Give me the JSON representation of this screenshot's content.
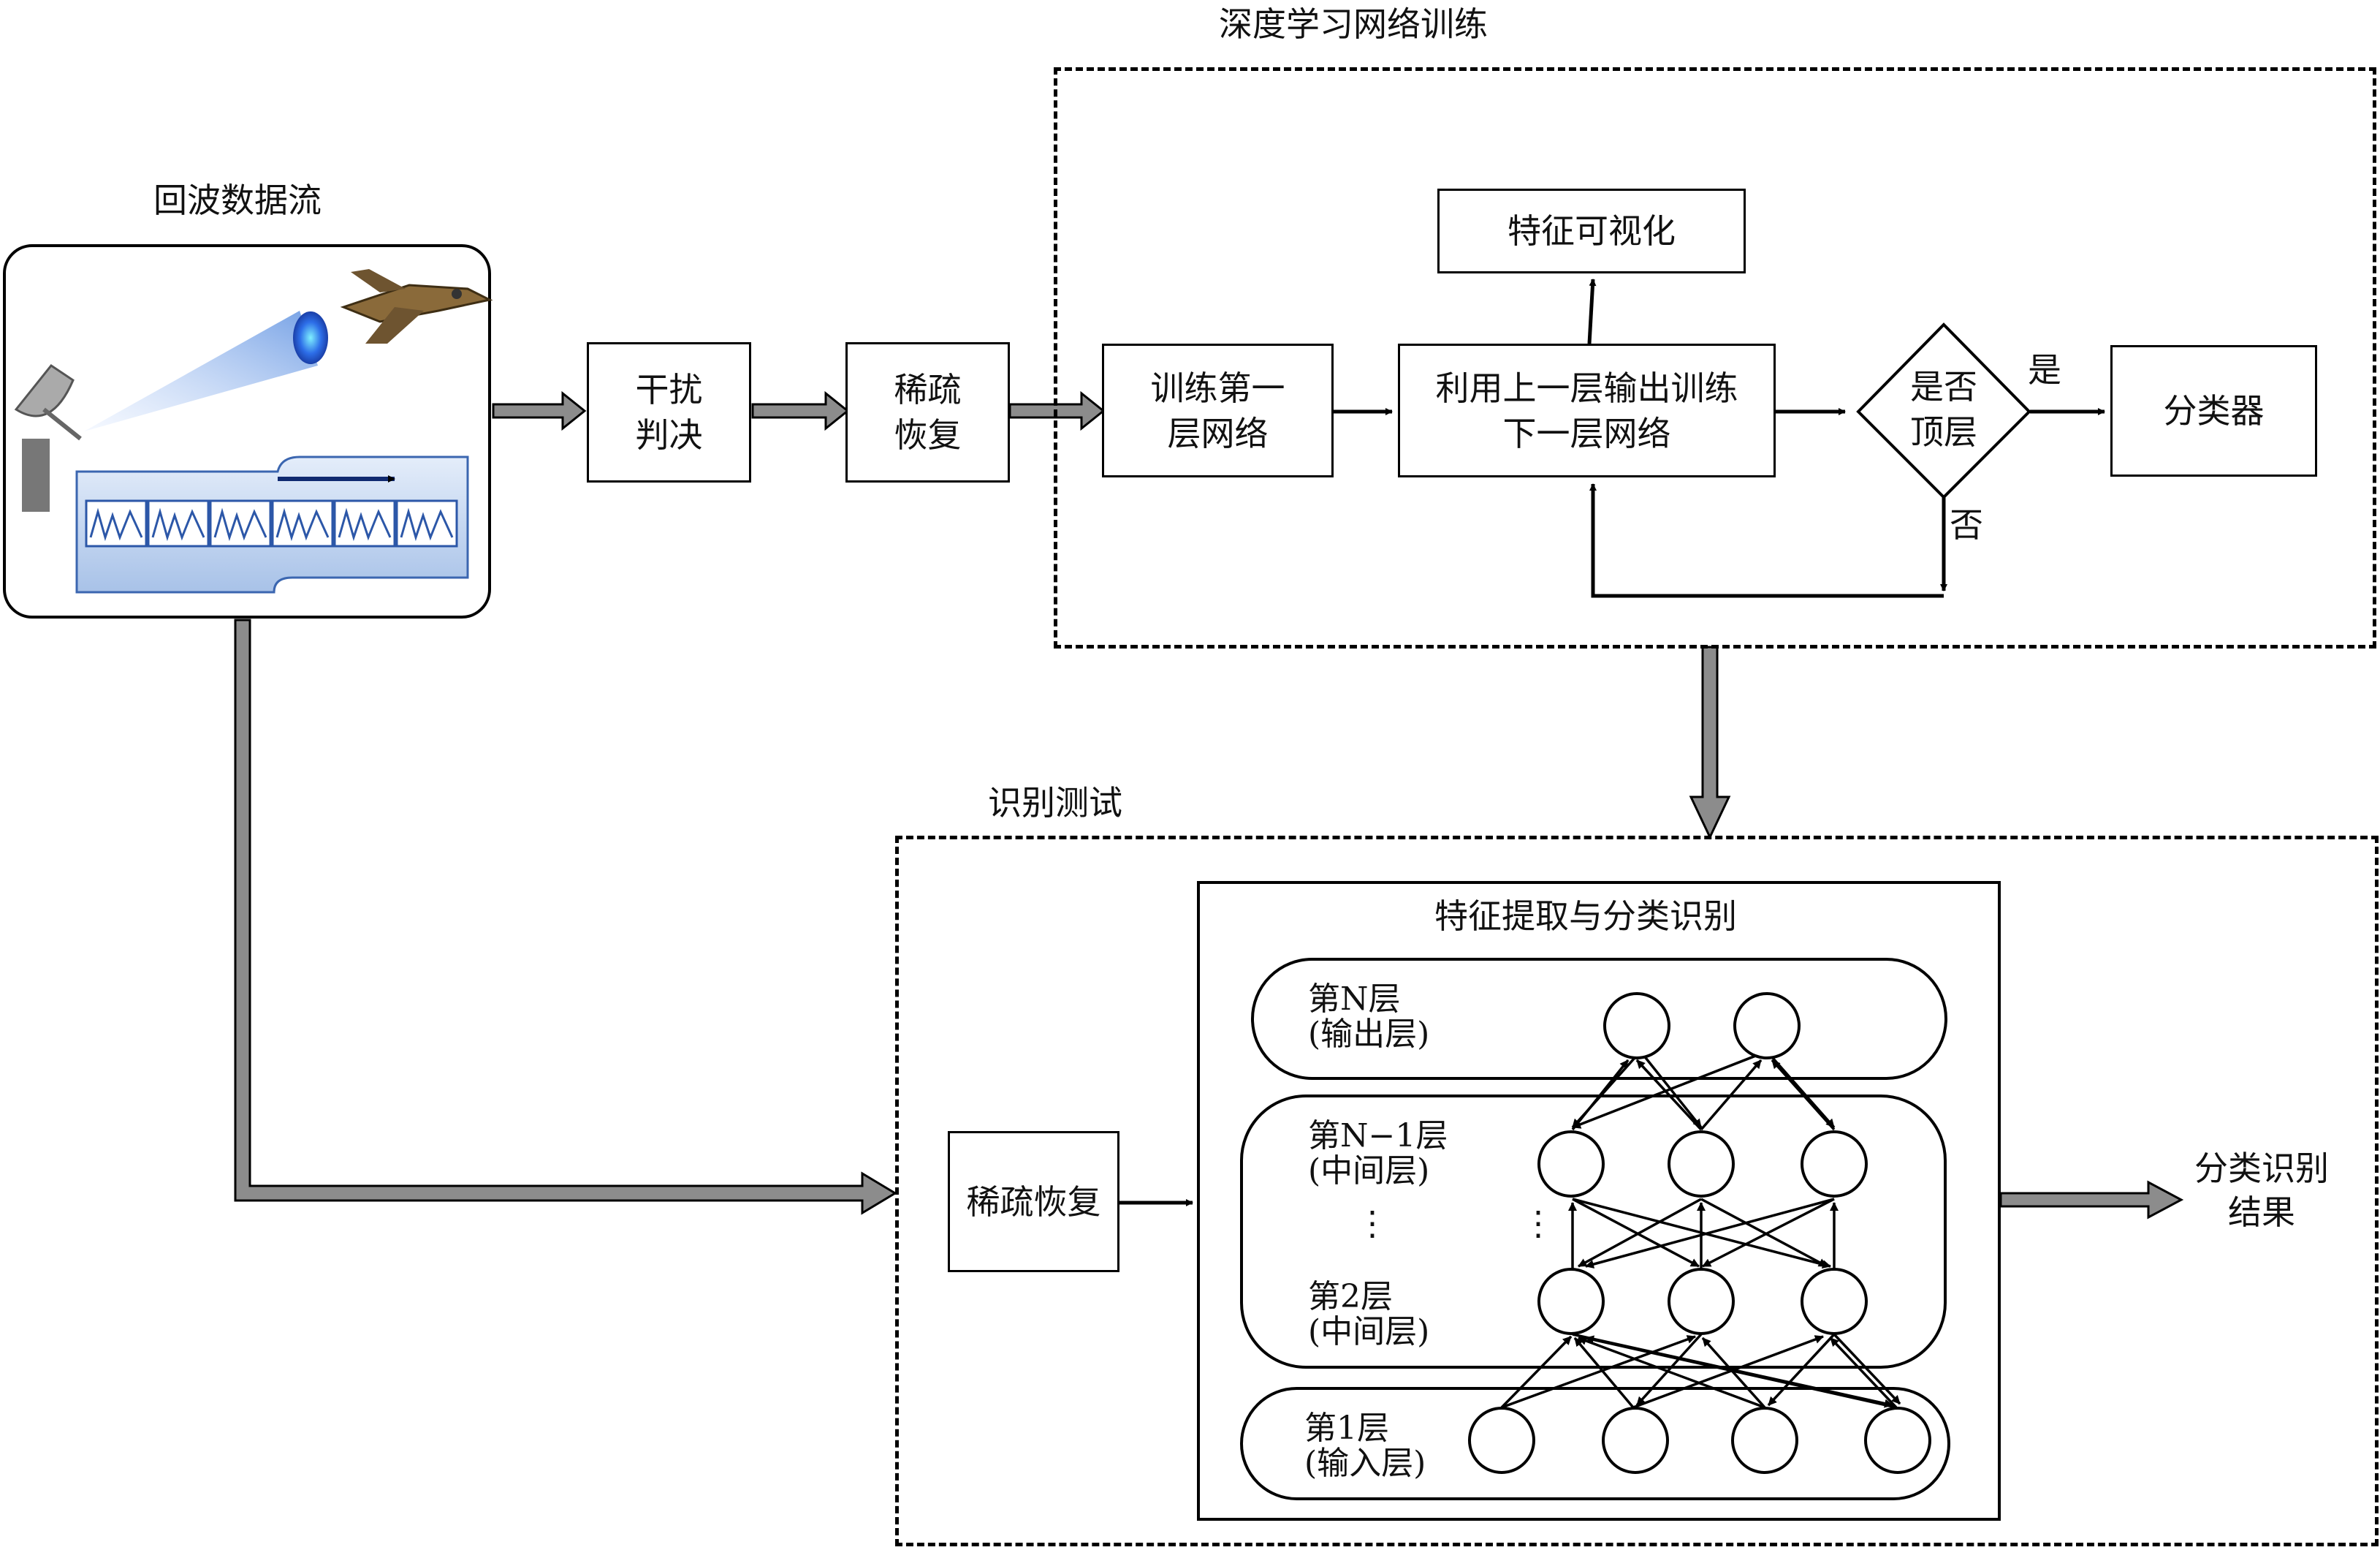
{
  "echo_stream": {
    "title": "回波数据流"
  },
  "training": {
    "title": "深度学习网络训练",
    "feature_visualization": "特征可视化",
    "train_first_layer": [
      "训练第一",
      "层网络"
    ],
    "train_next_layer": [
      "利用上一层输出训练",
      "下一层网络"
    ],
    "is_top_layer": [
      "是否",
      "顶层"
    ],
    "yes": "是",
    "no": "否",
    "classifier": "分类器"
  },
  "preprocess": {
    "interference_decision": [
      "干扰",
      "判决"
    ],
    "sparse_recovery": [
      "稀疏",
      "恢复"
    ]
  },
  "testing": {
    "title": "识别测试",
    "sparse_recovery": "稀疏恢复",
    "feature_panel_title": "特征提取与分类识别",
    "layers": [
      {
        "line1": "第N层",
        "line2": "(输出层)"
      },
      {
        "line1": "第N−1层",
        "line2": "(中间层)"
      },
      {
        "line1": "第2层",
        "line2": "(中间层)"
      },
      {
        "line1": "第1层",
        "line2": "(输入层)"
      }
    ],
    "ellipsis": "⋮",
    "result": [
      "分类识别",
      "结果"
    ]
  }
}
